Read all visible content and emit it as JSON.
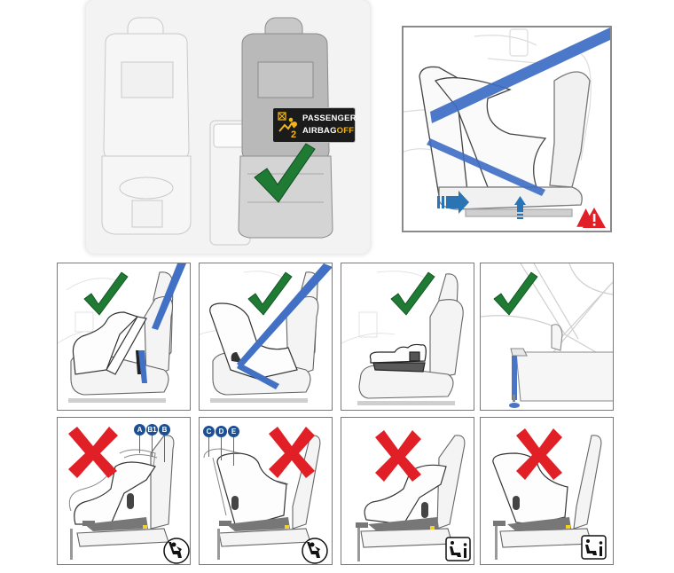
{
  "colors": {
    "check_green": "#1f7a34",
    "cross_red": "#e11f26",
    "belt_blue": "#3d6cc4",
    "airbag_amber": "#f2b517",
    "warning_red": "#e11f26",
    "panel_border": "#8a8a8a"
  },
  "top_left": {
    "airbag_label": {
      "line1": "PASSENGER",
      "line2_prefix": "AIRBAG",
      "line2_state": "OFF",
      "icon": "airbag-off-icon"
    },
    "check": "check-icon"
  },
  "top_right": {
    "icons": [
      "belt-forward-arrow-icon",
      "seat-up-arrow-icon",
      "warning-triangle-icon"
    ]
  },
  "row_approved": [
    {
      "status": "ok",
      "icon": "check-icon",
      "type": "rear-facing seat with belt"
    },
    {
      "status": "ok",
      "icon": "check-icon",
      "type": "forward-facing seat with belt"
    },
    {
      "status": "ok",
      "icon": "check-icon",
      "type": "booster cushion"
    },
    {
      "status": "ok",
      "icon": "check-icon",
      "type": "support leg"
    }
  ],
  "row_forbidden": [
    {
      "status": "not-ok",
      "icon": "cross-icon",
      "size_classes": [
        "A",
        "B1",
        "B"
      ],
      "badge": "isofix-icon"
    },
    {
      "status": "not-ok",
      "icon": "cross-icon",
      "size_classes": [
        "C",
        "D",
        "E"
      ],
      "badge": "isofix-icon"
    },
    {
      "status": "not-ok",
      "icon": "cross-icon",
      "size_classes": [],
      "badge": "isize-icon"
    },
    {
      "status": "not-ok",
      "icon": "cross-icon",
      "size_classes": [],
      "badge": "isize-icon"
    }
  ]
}
